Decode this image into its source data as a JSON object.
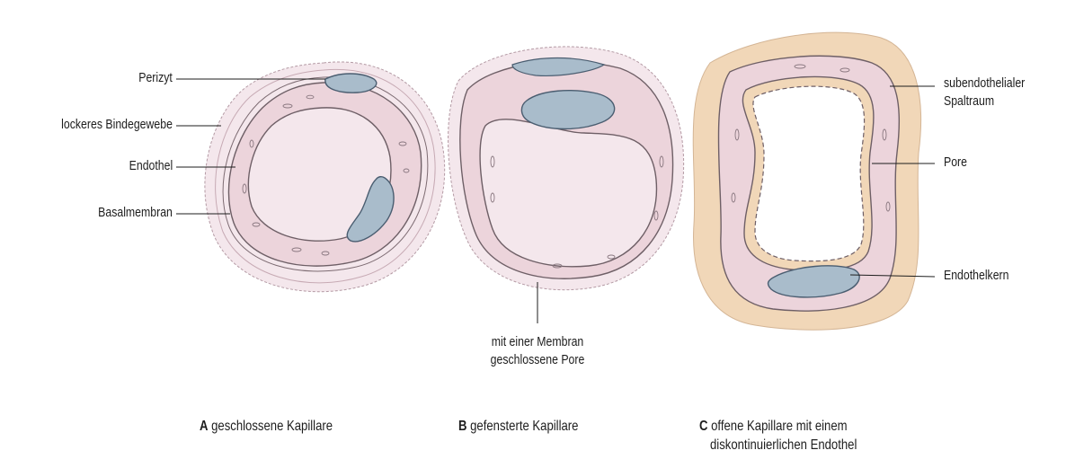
{
  "labels": {
    "perizyt": "Perizyt",
    "lockeres_bindegewebe": "lockeres Bindegewebe",
    "endothel": "Endothel",
    "basalmembran": "Basalmembran",
    "membran_pore_line1": "mit einer Membran",
    "membran_pore_line2": "geschlossene Pore",
    "subendothelial_line1": "subendothelialer",
    "subendothelial_line2": "Spaltraum",
    "pore": "Pore",
    "endothelkern": "Endothelkern"
  },
  "captions": {
    "a_letter": "A",
    "a_text": "geschlossene Kapillare",
    "b_letter": "B",
    "b_text": "gefensterte Kapillare",
    "c_letter": "C",
    "c_text_line1": "offene Kapillare mit einem",
    "c_text_line2": "diskontinuierlichen Endothel"
  },
  "colors": {
    "cytoplasm": "#ecd4db",
    "outline": "#6e5f66",
    "nucleus": "#a9bccb",
    "nucleus_dark": "#4a5d70",
    "connective_tissue": "#f2e6ea",
    "tissue_orange": "#f1d7b8"
  }
}
